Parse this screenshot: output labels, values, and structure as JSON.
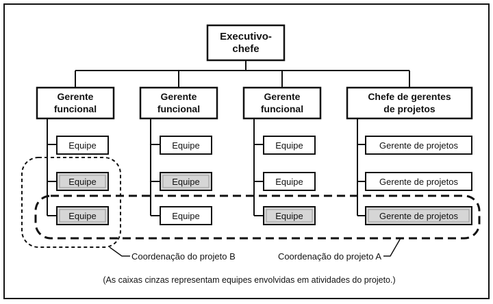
{
  "chart": {
    "root": [
      "Executivo-",
      "chefe"
    ],
    "columns": [
      {
        "head": [
          "Gerente",
          "funcional"
        ],
        "items": [
          {
            "label": "Equipe",
            "gray": false
          },
          {
            "label": "Equipe",
            "gray": true
          },
          {
            "label": "Equipe",
            "gray": true
          }
        ]
      },
      {
        "head": [
          "Gerente",
          "funcional"
        ],
        "items": [
          {
            "label": "Equipe",
            "gray": false
          },
          {
            "label": "Equipe",
            "gray": true
          },
          {
            "label": "Equipe",
            "gray": false
          }
        ]
      },
      {
        "head": [
          "Gerente",
          "funcional"
        ],
        "items": [
          {
            "label": "Equipe",
            "gray": false
          },
          {
            "label": "Equipe",
            "gray": false
          },
          {
            "label": "Equipe",
            "gray": true
          }
        ]
      },
      {
        "head": [
          "Chefe de gerentes",
          "de projetos"
        ],
        "items": [
          {
            "label": "Gerente de projetos",
            "gray": false
          },
          {
            "label": "Gerente de projetos",
            "gray": false
          },
          {
            "label": "Gerente de projetos",
            "gray": true
          }
        ]
      }
    ]
  },
  "labels": {
    "project_b": "Coordenação do projeto B",
    "project_a": "Coordenação do projeto A",
    "note": "(As caixas cinzas representam equipes envolvidas em atividades do projeto.)"
  },
  "colors": {
    "gray_fill": "#d6d6d6",
    "white_fill": "#ffffff",
    "stroke": "#111111"
  }
}
